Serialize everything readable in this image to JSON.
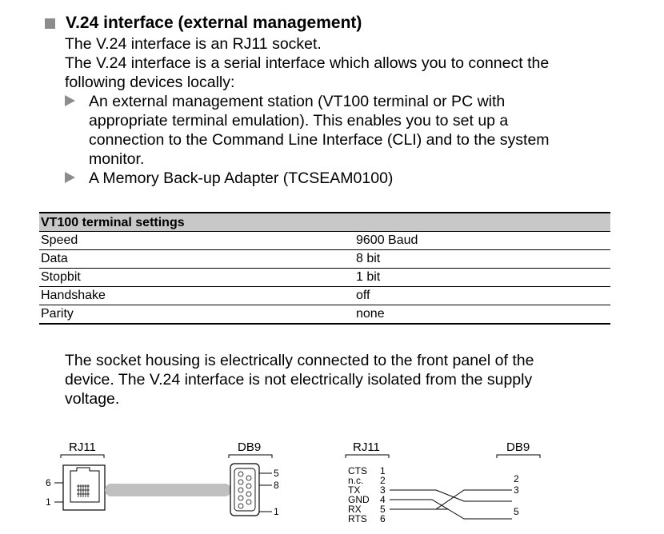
{
  "section": {
    "title": "V.24 interface (external management)",
    "intro1": "The V.24 interface is an RJ11 socket.",
    "intro2_line1": "The V.24 interface is a serial interface which allows you to connect the",
    "intro2_line2": "following devices locally:",
    "bullets": [
      {
        "lines": [
          "An external management station (VT100 terminal or PC with",
          "appropriate terminal emulation). This enables you to set up a",
          "connection to the Command Line Interface (CLI) and to the system",
          "monitor."
        ]
      },
      {
        "lines": [
          "A Memory Back-up Adapter (TCSEAM0100)"
        ]
      }
    ]
  },
  "table": {
    "header": "VT100 terminal settings",
    "rows": [
      {
        "label": "Speed",
        "value": "9600 Baud"
      },
      {
        "label": "Data",
        "value": "8 bit"
      },
      {
        "label": "Stopbit",
        "value": "1 bit"
      },
      {
        "label": "Handshake",
        "value": "off"
      },
      {
        "label": "Parity",
        "value": "none"
      }
    ]
  },
  "note": {
    "line1": "The socket housing is electrically connected to the front panel of the",
    "line2": "device. The V.24 interface is not electrically isolated from the supply",
    "line3": "voltage."
  },
  "diagram": {
    "left": {
      "rj11_label": "RJ11",
      "db9_label": "DB9",
      "rj11_pin_top": "6",
      "rj11_pin_bottom": "1",
      "db9_pin_5": "5",
      "db9_pin_8": "8",
      "db9_pin_1": "1"
    },
    "right": {
      "rj11_label": "RJ11",
      "db9_label": "DB9",
      "signals": [
        "CTS",
        "n.c.",
        "TX",
        "GND",
        "RX",
        "RTS"
      ],
      "pins": [
        "1",
        "2",
        "3",
        "4",
        "5",
        "6"
      ],
      "db9_pins": [
        "2",
        "3",
        "5"
      ]
    }
  }
}
